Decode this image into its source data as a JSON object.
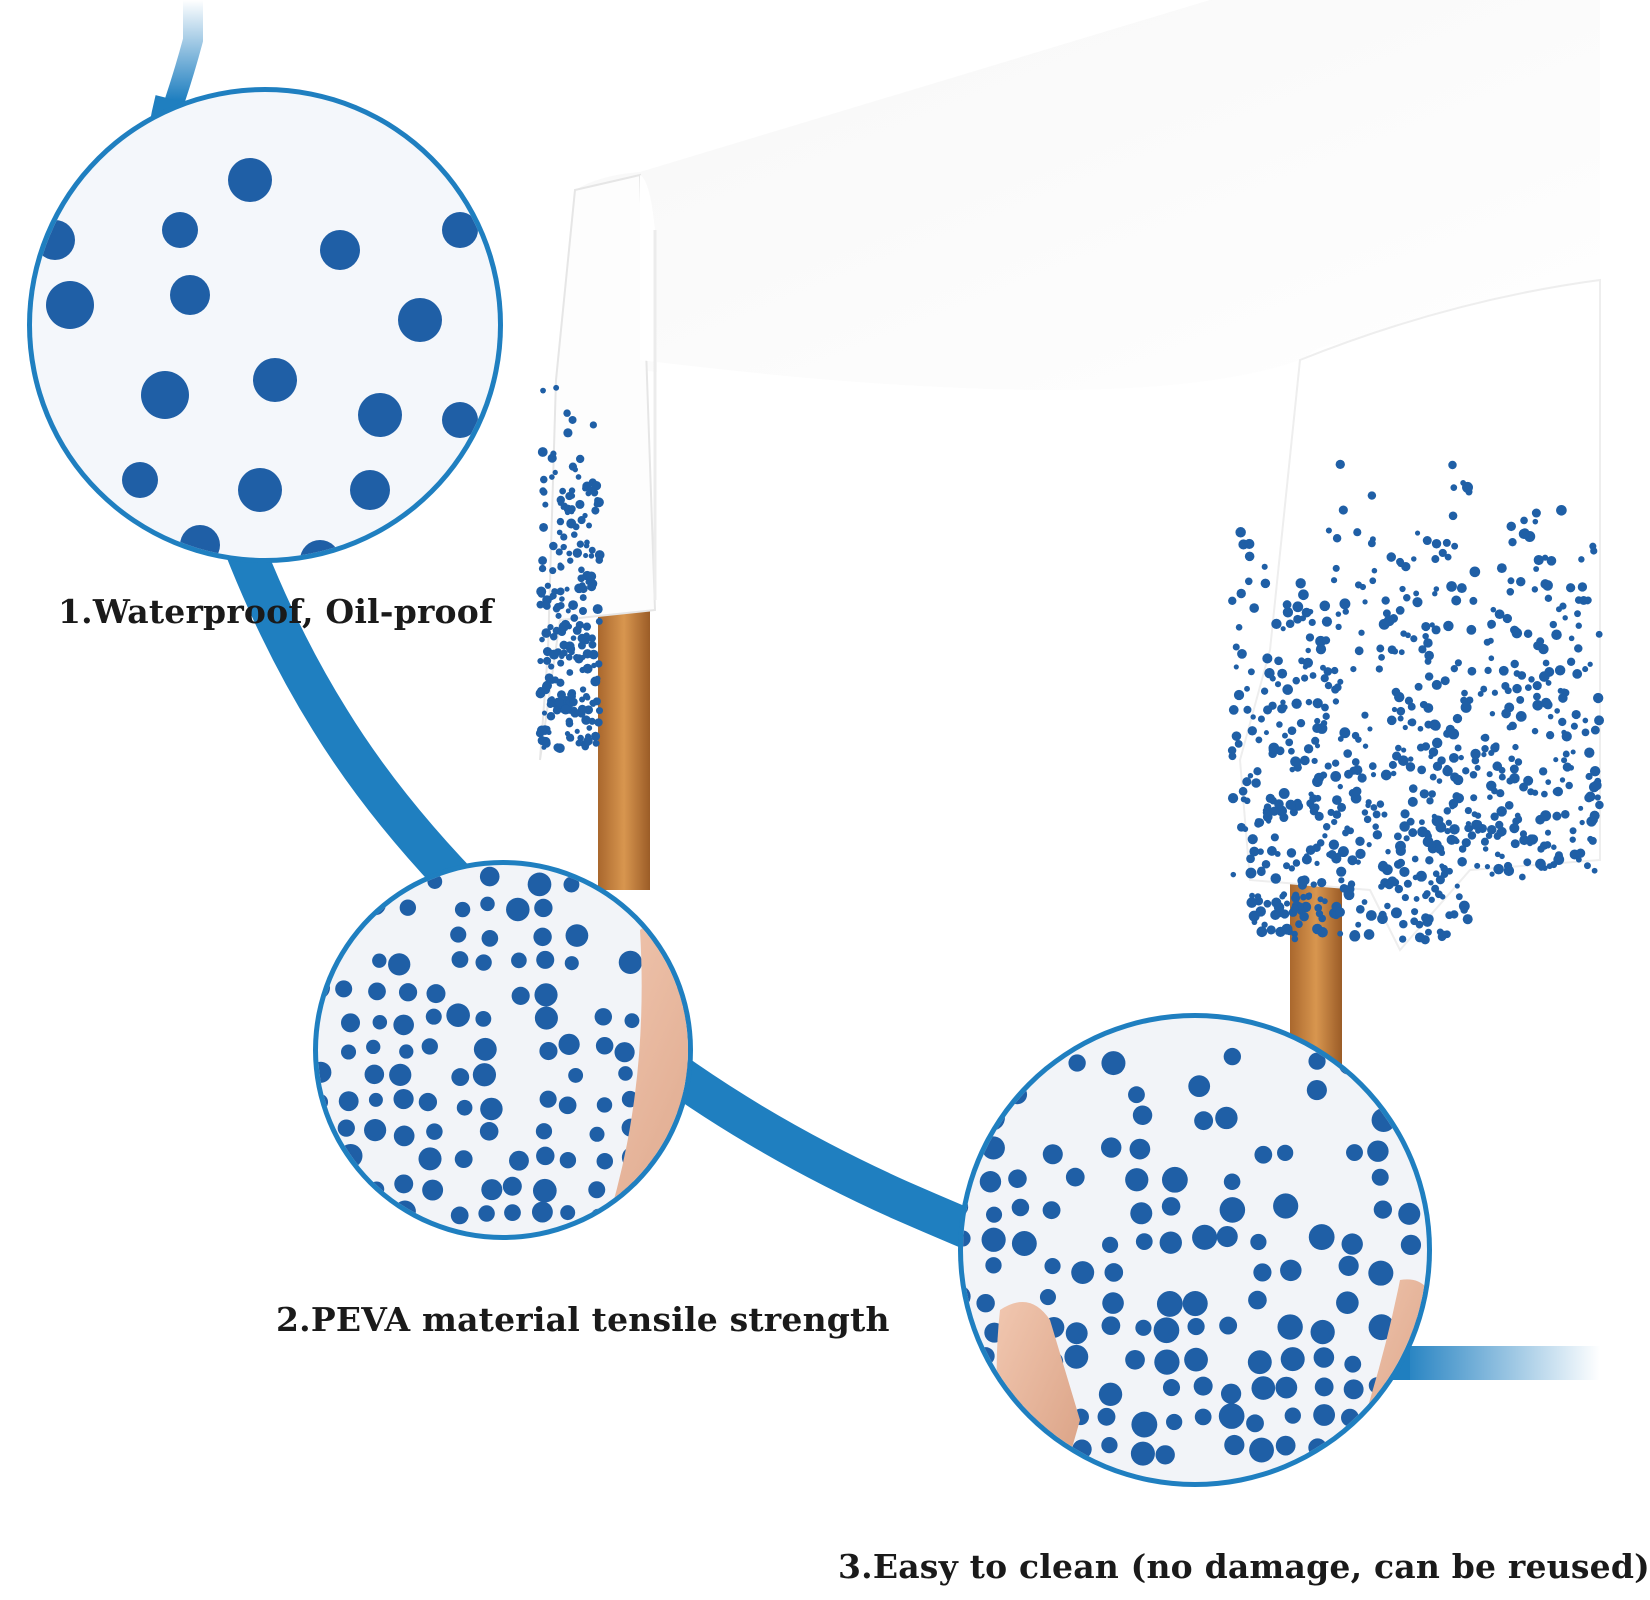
{
  "captions": {
    "feature_1": "1.Waterproof, Oil-proof",
    "feature_2": "2.PEVA material tensile strength",
    "feature_3": "3.Easy to clean (no damage, can be reused)"
  },
  "colors": {
    "accent_blue": "#1f7fc0",
    "dot_blue": "#1f5fa6",
    "tablecloth": "#ffffff",
    "table_wood": "#c8843f"
  },
  "icons": [
    "waterproof-detail-circle",
    "stretch-detail-circle",
    "clean-detail-circle"
  ]
}
